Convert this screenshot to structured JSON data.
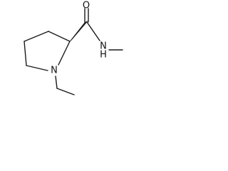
{
  "structure": {
    "atoms": {
      "oxygen": "O",
      "amide_nitrogen": "N",
      "amide_hydrogen": "H",
      "ring_nitrogen": "N"
    },
    "colors": {
      "bond": "#1a1a1a",
      "label": "#111111",
      "background": "#ffffff"
    }
  }
}
